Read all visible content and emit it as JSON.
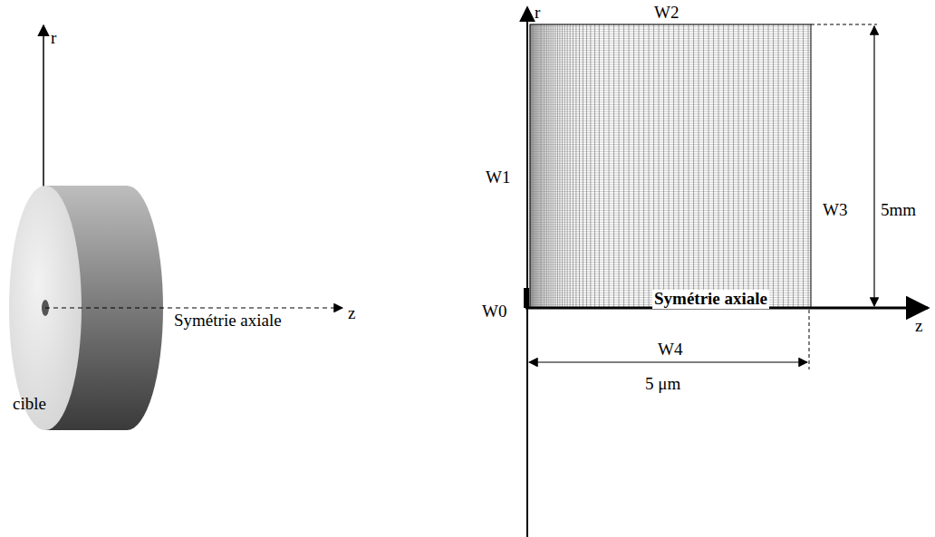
{
  "diagram": {
    "labels": [
      "r",
      "Symétrie axiale",
      "z",
      "cible",
      "r",
      "W2",
      "W1",
      "W3",
      "5mm",
      "W0",
      "Symétrie axiale",
      "z",
      "W4",
      "5 μm"
    ]
  }
}
